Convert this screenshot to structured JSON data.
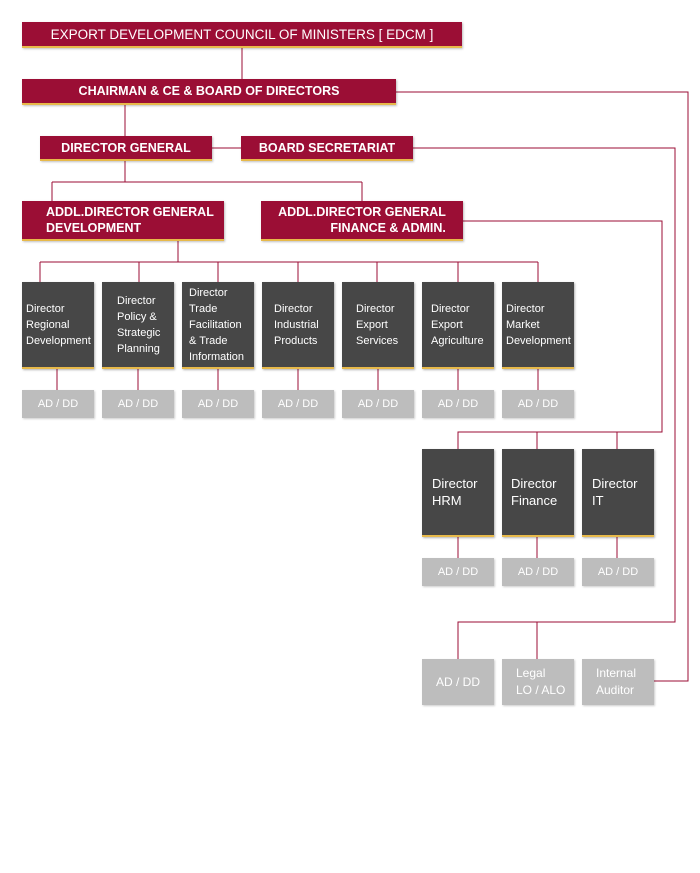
{
  "top": {
    "edcm": "EXPORT DEVELOPMENT COUNCIL OF MINISTERS [ EDCM ]",
    "chairman": "CHAIRMAN & CE & BOARD OF DIRECTORS",
    "director_general": "DIRECTOR GENERAL",
    "board_secretariat": "BOARD SECRETARIAT",
    "addl_dev": "ADDL.DIRECTOR GENERAL\nDEVELOPMENT",
    "addl_fin": "ADDL.DIRECTOR GENERAL\nFINANCE & ADMIN."
  },
  "directors": [
    "Director\nRegional\nDevelopment",
    "Director\nPolicy &\nStrategic\nPlanning",
    "Director\nTrade\nFacilitation\n& Trade\nInformation",
    "Director\nIndustrial\nProducts",
    "Director\nExport\nServices",
    "Director\nExport\nAgriculture",
    "Director\nMarket\nDevelopment"
  ],
  "ad_dd_label": "AD / DD",
  "admin_directors": [
    "Director\nHRM",
    "Director\nFinance",
    "Director\nIT"
  ],
  "bottom": {
    "ad_dd": "AD / DD",
    "legal": "Legal\nLO / ALO",
    "auditor": "Internal\nAuditor"
  },
  "colors": {
    "maroon": "#9b0e35",
    "dark": "#474747",
    "gray": "#bdbdbd",
    "accent": "#e7b94a",
    "line": "#9b0e35"
  }
}
